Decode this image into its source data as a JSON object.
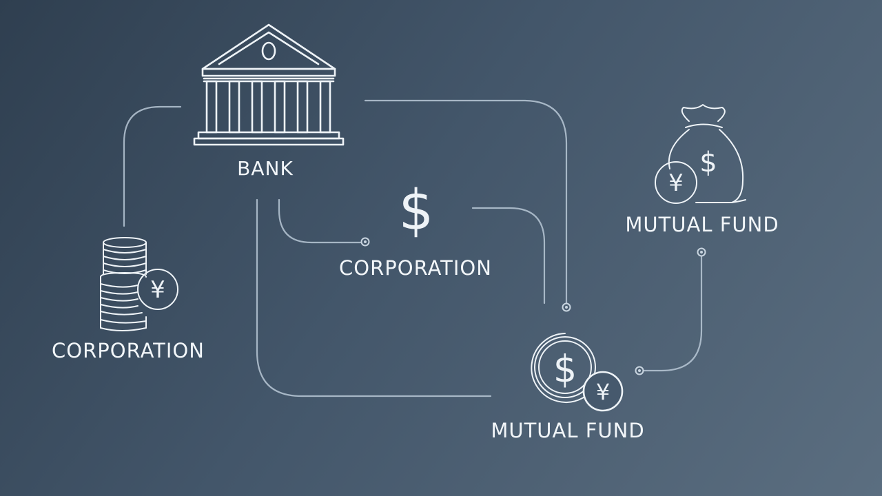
{
  "nodes": {
    "bank": {
      "label": "BANK"
    },
    "corporation_center": {
      "label": "CORPORATION",
      "symbol": "$"
    },
    "corporation_left": {
      "label": "CORPORATION",
      "symbol": "¥"
    },
    "mutual_fund_right": {
      "label": "MUTUAL FUND",
      "symbols": [
        "$",
        "¥"
      ]
    },
    "mutual_fund_bottom": {
      "label": "MUTUAL FUND",
      "symbols": [
        "$",
        "¥"
      ]
    }
  },
  "colors": {
    "background": "#43566a",
    "icon": "#eef3f7",
    "connector": "#b9c8d6"
  }
}
